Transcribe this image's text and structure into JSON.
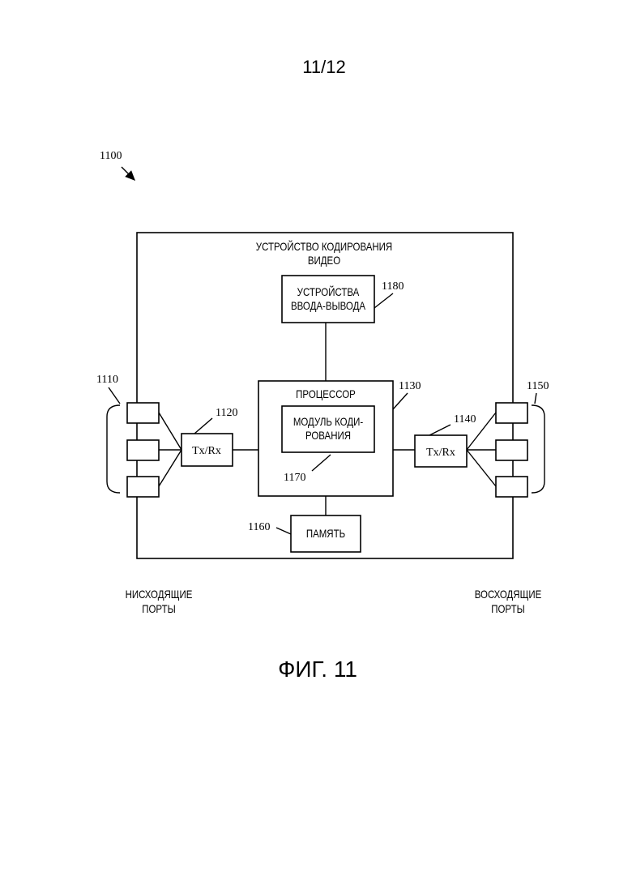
{
  "page_number": "11/12",
  "figure_caption": "ФИГ. 11",
  "diagram": {
    "ref_main": "1100",
    "device": {
      "label_line1": "УСТРОЙСТВО КОДИРОВАНИЯ",
      "label_line2": "ВИДЕО"
    },
    "io": {
      "label_line1": "УСТРОЙСТВА",
      "label_line2": "ВВОДА-ВЫВОДА",
      "ref": "1180"
    },
    "processor": {
      "label": "ПРОЦЕССОР",
      "ref": "1130"
    },
    "coding_module": {
      "label_line1": "МОДУЛЬ КОДИ-",
      "label_line2": "РОВАНИЯ",
      "ref": "1170"
    },
    "memory": {
      "label": "ПАМЯТЬ",
      "ref": "1160"
    },
    "txrx_left": {
      "label": "Tx/Rx",
      "ref": "1120"
    },
    "txrx_right": {
      "label": "Tx/Rx",
      "ref": "1140"
    },
    "ports_left": {
      "ref": "1110",
      "label_line1": "НИСХОДЯЩИЕ",
      "label_line2": "ПОРТЫ"
    },
    "ports_right": {
      "ref": "1150",
      "label_line1": "ВОСХОДЯЩИЕ",
      "label_line2": "ПОРТЫ"
    }
  }
}
